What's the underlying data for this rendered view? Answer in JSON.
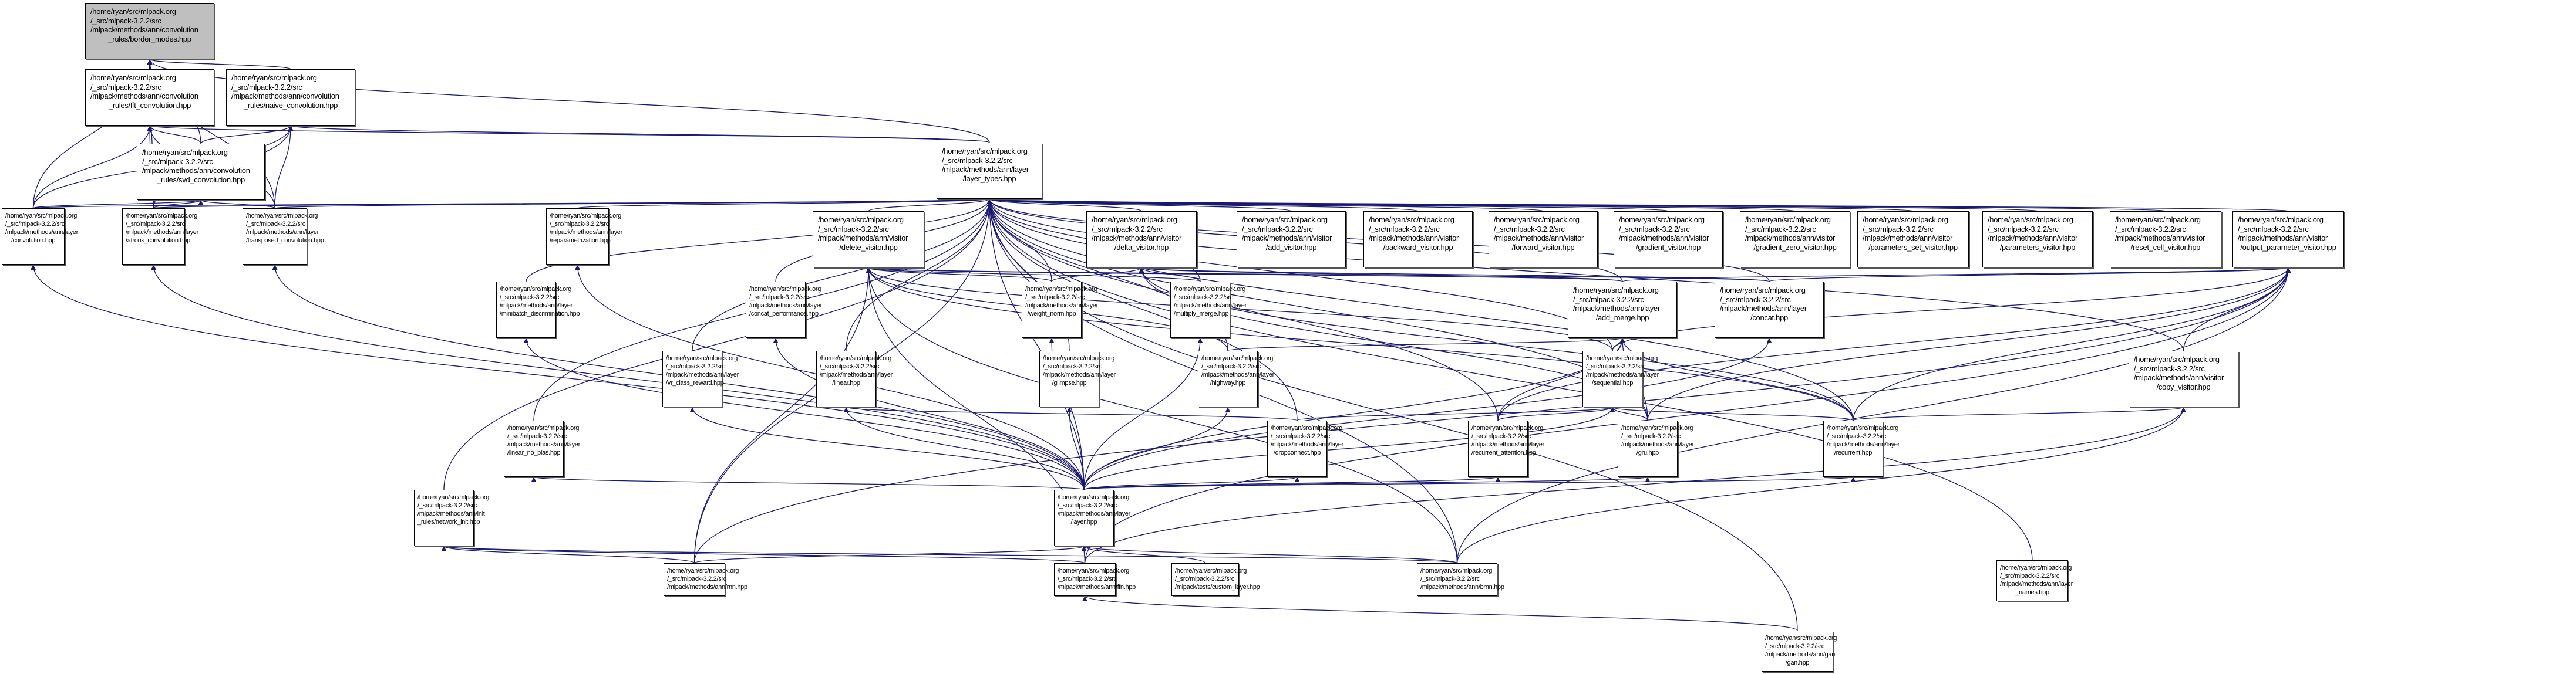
{
  "graph": {
    "type": "include-dependency-graph",
    "edge_color": "#191970",
    "root_fill": "#bfbfbf",
    "nodes": [
      {
        "id": "border_modes",
        "lines": [
          "/home/ryan/src/mlpack.org",
          "/_src/mlpack-3.2.2/src",
          "/mlpack/methods/ann/convolution",
          "_rules/border_modes.hpp"
        ],
        "root": true
      },
      {
        "id": "fft_convolution",
        "lines": [
          "/home/ryan/src/mlpack.org",
          "/_src/mlpack-3.2.2/src",
          "/mlpack/methods/ann/convolution",
          "_rules/fft_convolution.hpp"
        ]
      },
      {
        "id": "naive_convolution",
        "lines": [
          "/home/ryan/src/mlpack.org",
          "/_src/mlpack-3.2.2/src",
          "/mlpack/methods/ann/convolution",
          "_rules/naive_convolution.hpp"
        ]
      },
      {
        "id": "svd_convolution",
        "lines": [
          "/home/ryan/src/mlpack.org",
          "/_src/mlpack-3.2.2/src",
          "/mlpack/methods/ann/convolution",
          "_rules/svd_convolution.hpp"
        ]
      },
      {
        "id": "layer_types",
        "lines": [
          "/home/ryan/src/mlpack.org",
          "/_src/mlpack-3.2.2/src",
          "/mlpack/methods/ann/layer",
          "/layer_types.hpp"
        ]
      },
      {
        "id": "convolution",
        "lines": [
          "/home/ryan/src/mlpack.org",
          "/_src/mlpack-3.2.2/src",
          "/mlpack/methods/ann/layer",
          "/convolution.hpp"
        ]
      },
      {
        "id": "atrous_convolution",
        "lines": [
          "/home/ryan/src/mlpack.org",
          "/_src/mlpack-3.2.2/src",
          "/mlpack/methods/ann/layer",
          "/atrous_convolution.hpp"
        ]
      },
      {
        "id": "transposed_convolution",
        "lines": [
          "/home/ryan/src/mlpack.org",
          "/_src/mlpack-3.2.2/src",
          "/mlpack/methods/ann/layer",
          "/transposed_convolution.hpp"
        ]
      },
      {
        "id": "reparametrization",
        "lines": [
          "/home/ryan/src/mlpack.org",
          "/_src/mlpack-3.2.2/src",
          "/mlpack/methods/ann/layer",
          "/reparametrization.hpp"
        ]
      },
      {
        "id": "delete_visitor",
        "lines": [
          "/home/ryan/src/mlpack.org",
          "/_src/mlpack-3.2.2/src",
          "/mlpack/methods/ann/visitor",
          "/delete_visitor.hpp"
        ]
      },
      {
        "id": "delta_visitor",
        "lines": [
          "/home/ryan/src/mlpack.org",
          "/_src/mlpack-3.2.2/src",
          "/mlpack/methods/ann/visitor",
          "/delta_visitor.hpp"
        ]
      },
      {
        "id": "add_visitor",
        "lines": [
          "/home/ryan/src/mlpack.org",
          "/_src/mlpack-3.2.2/src",
          "/mlpack/methods/ann/visitor",
          "/add_visitor.hpp"
        ]
      },
      {
        "id": "backward_visitor",
        "lines": [
          "/home/ryan/src/mlpack.org",
          "/_src/mlpack-3.2.2/src",
          "/mlpack/methods/ann/visitor",
          "/backward_visitor.hpp"
        ]
      },
      {
        "id": "forward_visitor",
        "lines": [
          "/home/ryan/src/mlpack.org",
          "/_src/mlpack-3.2.2/src",
          "/mlpack/methods/ann/visitor",
          "/forward_visitor.hpp"
        ]
      },
      {
        "id": "gradient_visitor",
        "lines": [
          "/home/ryan/src/mlpack.org",
          "/_src/mlpack-3.2.2/src",
          "/mlpack/methods/ann/visitor",
          "/gradient_visitor.hpp"
        ]
      },
      {
        "id": "gradient_zero_visitor",
        "lines": [
          "/home/ryan/src/mlpack.org",
          "/_src/mlpack-3.2.2/src",
          "/mlpack/methods/ann/visitor",
          "/gradient_zero_visitor.hpp"
        ]
      },
      {
        "id": "parameters_set_visitor",
        "lines": [
          "/home/ryan/src/mlpack.org",
          "/_src/mlpack-3.2.2/src",
          "/mlpack/methods/ann/visitor",
          "/parameters_set_visitor.hpp"
        ]
      },
      {
        "id": "parameters_visitor",
        "lines": [
          "/home/ryan/src/mlpack.org",
          "/_src/mlpack-3.2.2/src",
          "/mlpack/methods/ann/visitor",
          "/parameters_visitor.hpp"
        ]
      },
      {
        "id": "reset_cell_visitor",
        "lines": [
          "/home/ryan/src/mlpack.org",
          "/_src/mlpack-3.2.2/src",
          "/mlpack/methods/ann/visitor",
          "/reset_cell_visitor.hpp"
        ]
      },
      {
        "id": "output_parameter_visitor",
        "lines": [
          "/home/ryan/src/mlpack.org",
          "/_src/mlpack-3.2.2/src",
          "/mlpack/methods/ann/visitor",
          "/output_parameter_visitor.hpp"
        ]
      },
      {
        "id": "minibatch_discrimination",
        "lines": [
          "/home/ryan/src/mlpack.org",
          "/_src/mlpack-3.2.2/src",
          "/mlpack/methods/ann/layer",
          "/minibatch_discrimination.hpp"
        ]
      },
      {
        "id": "concat_performance",
        "lines": [
          "/home/ryan/src/mlpack.org",
          "/_src/mlpack-3.2.2/src",
          "/mlpack/methods/ann/layer",
          "/concat_performance.hpp"
        ]
      },
      {
        "id": "weight_norm",
        "lines": [
          "/home/ryan/src/mlpack.org",
          "/_src/mlpack-3.2.2/src",
          "/mlpack/methods/ann/layer",
          "/weight_norm.hpp"
        ]
      },
      {
        "id": "multiply_merge",
        "lines": [
          "/home/ryan/src/mlpack.org",
          "/_src/mlpack-3.2.2/src",
          "/mlpack/methods/ann/layer",
          "/multiply_merge.hpp"
        ]
      },
      {
        "id": "add_merge",
        "lines": [
          "/home/ryan/src/mlpack.org",
          "/_src/mlpack-3.2.2/src",
          "/mlpack/methods/ann/layer",
          "/add_merge.hpp"
        ]
      },
      {
        "id": "concat",
        "lines": [
          "/home/ryan/src/mlpack.org",
          "/_src/mlpack-3.2.2/src",
          "/mlpack/methods/ann/layer",
          "/concat.hpp"
        ]
      },
      {
        "id": "vr_class_reward",
        "lines": [
          "/home/ryan/src/mlpack.org",
          "/_src/mlpack-3.2.2/src",
          "/mlpack/methods/ann/layer",
          "/vr_class_reward.hpp"
        ]
      },
      {
        "id": "linear",
        "lines": [
          "/home/ryan/src/mlpack.org",
          "/_src/mlpack-3.2.2/src",
          "/mlpack/methods/ann/layer",
          "/linear.hpp"
        ]
      },
      {
        "id": "glimpse",
        "lines": [
          "/home/ryan/src/mlpack.org",
          "/_src/mlpack-3.2.2/src",
          "/mlpack/methods/ann/layer",
          "/glimpse.hpp"
        ]
      },
      {
        "id": "highway",
        "lines": [
          "/home/ryan/src/mlpack.org",
          "/_src/mlpack-3.2.2/src",
          "/mlpack/methods/ann/layer",
          "/highway.hpp"
        ]
      },
      {
        "id": "sequential",
        "lines": [
          "/home/ryan/src/mlpack.org",
          "/_src/mlpack-3.2.2/src",
          "/mlpack/methods/ann/layer",
          "/sequential.hpp"
        ]
      },
      {
        "id": "copy_visitor",
        "lines": [
          "/home/ryan/src/mlpack.org",
          "/_src/mlpack-3.2.2/src",
          "/mlpack/methods/ann/visitor",
          "/copy_visitor.hpp"
        ]
      },
      {
        "id": "linear_no_bias",
        "lines": [
          "/home/ryan/src/mlpack.org",
          "/_src/mlpack-3.2.2/src",
          "/mlpack/methods/ann/layer",
          "/linear_no_bias.hpp"
        ]
      },
      {
        "id": "dropconnect",
        "lines": [
          "/home/ryan/src/mlpack.org",
          "/_src/mlpack-3.2.2/src",
          "/mlpack/methods/ann/layer",
          "/dropconnect.hpp"
        ]
      },
      {
        "id": "recurrent_attention",
        "lines": [
          "/home/ryan/src/mlpack.org",
          "/_src/mlpack-3.2.2/src",
          "/mlpack/methods/ann/layer",
          "/recurrent_attention.hpp"
        ]
      },
      {
        "id": "gru",
        "lines": [
          "/home/ryan/src/mlpack.org",
          "/_src/mlpack-3.2.2/src",
          "/mlpack/methods/ann/layer",
          "/gru.hpp"
        ]
      },
      {
        "id": "recurrent",
        "lines": [
          "/home/ryan/src/mlpack.org",
          "/_src/mlpack-3.2.2/src",
          "/mlpack/methods/ann/layer",
          "/recurrent.hpp"
        ]
      },
      {
        "id": "network_init",
        "lines": [
          "/home/ryan/src/mlpack.org",
          "/_src/mlpack-3.2.2/src",
          "/mlpack/methods/ann/init",
          "_rules/network_init.hpp"
        ]
      },
      {
        "id": "layer",
        "lines": [
          "/home/ryan/src/mlpack.org",
          "/_src/mlpack-3.2.2/src",
          "/mlpack/methods/ann/layer",
          "/layer.hpp"
        ]
      },
      {
        "id": "rnn",
        "lines": [
          "/home/ryan/src/mlpack.org",
          "/_src/mlpack-3.2.2/src",
          "/mlpack/methods/ann/rnn.hpp"
        ]
      },
      {
        "id": "ffn",
        "lines": [
          "/home/ryan/src/mlpack.org",
          "/_src/mlpack-3.2.2/src",
          "/mlpack/methods/ann/ffn.hpp"
        ]
      },
      {
        "id": "custom_layer",
        "lines": [
          "/home/ryan/src/mlpack.org",
          "/_src/mlpack-3.2.2/src",
          "/mlpack/tests/custom_layer.hpp"
        ]
      },
      {
        "id": "brnn",
        "lines": [
          "/home/ryan/src/mlpack.org",
          "/_src/mlpack-3.2.2/src",
          "/mlpack/methods/ann/brnn.hpp"
        ]
      },
      {
        "id": "layer_names",
        "lines": [
          "/home/ryan/src/mlpack.org",
          "/_src/mlpack-3.2.2/src",
          "/mlpack/methods/ann/layer",
          "_names.hpp"
        ]
      },
      {
        "id": "gan",
        "lines": [
          "/home/ryan/src/mlpack.org",
          "/_src/mlpack-3.2.2/src",
          "/mlpack/methods/ann/gan",
          "/gan.hpp"
        ]
      }
    ],
    "edges": [
      [
        "fft_convolution",
        "border_modes"
      ],
      [
        "naive_convolution",
        "border_modes"
      ],
      [
        "svd_convolution",
        "border_modes"
      ],
      [
        "layer_types",
        "border_modes"
      ],
      [
        "convolution",
        "border_modes"
      ],
      [
        "atrous_convolution",
        "border_modes"
      ],
      [
        "transposed_convolution",
        "border_modes"
      ],
      [
        "svd_convolution",
        "fft_convolution"
      ],
      [
        "svd_convolution",
        "naive_convolution"
      ],
      [
        "convolution",
        "fft_convolution"
      ],
      [
        "atrous_convolution",
        "fft_convolution"
      ],
      [
        "transposed_convolution",
        "fft_convolution"
      ],
      [
        "convolution",
        "naive_convolution"
      ],
      [
        "atrous_convolution",
        "naive_convolution"
      ],
      [
        "transposed_convolution",
        "naive_convolution"
      ],
      [
        "layer_types",
        "naive_convolution"
      ],
      [
        "layer_types",
        "fft_convolution"
      ],
      [
        "convolution",
        "svd_convolution"
      ],
      [
        "atrous_convolution",
        "svd_convolution"
      ],
      [
        "transposed_convolution",
        "svd_convolution"
      ],
      [
        "convolution",
        "layer_types"
      ],
      [
        "atrous_convolution",
        "layer_types"
      ],
      [
        "transposed_convolution",
        "layer_types"
      ],
      [
        "reparametrization",
        "layer_types"
      ],
      [
        "delete_visitor",
        "layer_types"
      ],
      [
        "delta_visitor",
        "layer_types"
      ],
      [
        "add_visitor",
        "layer_types"
      ],
      [
        "backward_visitor",
        "layer_types"
      ],
      [
        "forward_visitor",
        "layer_types"
      ],
      [
        "gradient_visitor",
        "layer_types"
      ],
      [
        "gradient_zero_visitor",
        "layer_types"
      ],
      [
        "parameters_set_visitor",
        "layer_types"
      ],
      [
        "parameters_visitor",
        "layer_types"
      ],
      [
        "reset_cell_visitor",
        "layer_types"
      ],
      [
        "output_parameter_visitor",
        "layer_types"
      ],
      [
        "minibatch_discrimination",
        "layer_types"
      ],
      [
        "concat_performance",
        "layer_types"
      ],
      [
        "weight_norm",
        "layer_types"
      ],
      [
        "multiply_merge",
        "layer_types"
      ],
      [
        "add_merge",
        "layer_types"
      ],
      [
        "concat",
        "layer_types"
      ],
      [
        "vr_class_reward",
        "layer_types"
      ],
      [
        "linear",
        "layer_types"
      ],
      [
        "glimpse",
        "layer_types"
      ],
      [
        "highway",
        "layer_types"
      ],
      [
        "sequential",
        "layer_types"
      ],
      [
        "copy_visitor",
        "layer_types"
      ],
      [
        "linear_no_bias",
        "layer_types"
      ],
      [
        "dropconnect",
        "layer_types"
      ],
      [
        "recurrent_attention",
        "layer_types"
      ],
      [
        "gru",
        "layer_types"
      ],
      [
        "recurrent",
        "layer_types"
      ],
      [
        "network_init",
        "layer_types"
      ],
      [
        "layer",
        "layer_types"
      ],
      [
        "rnn",
        "layer_types"
      ],
      [
        "brnn",
        "layer_types"
      ],
      [
        "layer_names",
        "layer_types"
      ],
      [
        "gan",
        "layer_types"
      ],
      [
        "weight_norm",
        "delete_visitor"
      ],
      [
        "multiply_merge",
        "delete_visitor"
      ],
      [
        "add_merge",
        "delete_visitor"
      ],
      [
        "concat",
        "delete_visitor"
      ],
      [
        "highway",
        "delete_visitor"
      ],
      [
        "sequential",
        "delete_visitor"
      ],
      [
        "recurrent",
        "delete_visitor"
      ],
      [
        "rnn",
        "delete_visitor"
      ],
      [
        "ffn",
        "delete_visitor"
      ],
      [
        "brnn",
        "delete_visitor"
      ],
      [
        "weight_norm",
        "delta_visitor"
      ],
      [
        "multiply_merge",
        "delta_visitor"
      ],
      [
        "add_merge",
        "delta_visitor"
      ],
      [
        "concat",
        "delta_visitor"
      ],
      [
        "recurrent",
        "delta_visitor"
      ],
      [
        "gru",
        "delta_visitor"
      ],
      [
        "add_merge",
        "output_parameter_visitor"
      ],
      [
        "concat",
        "output_parameter_visitor"
      ],
      [
        "sequential",
        "output_parameter_visitor"
      ],
      [
        "recurrent",
        "output_parameter_visitor"
      ],
      [
        "gru",
        "output_parameter_visitor"
      ],
      [
        "recurrent_attention",
        "output_parameter_visitor"
      ],
      [
        "copy_visitor",
        "output_parameter_visitor"
      ],
      [
        "rnn",
        "output_parameter_visitor"
      ],
      [
        "ffn",
        "output_parameter_visitor"
      ],
      [
        "brnn",
        "output_parameter_visitor"
      ],
      [
        "recurrent",
        "copy_visitor"
      ],
      [
        "brnn",
        "copy_visitor"
      ],
      [
        "ffn",
        "copy_visitor"
      ],
      [
        "sequential",
        "add_merge"
      ],
      [
        "highway",
        "add_merge"
      ],
      [
        "recurrent_attention",
        "add_merge"
      ],
      [
        "gru",
        "add_merge"
      ],
      [
        "recurrent",
        "add_merge"
      ],
      [
        "recurrent_attention",
        "sequential"
      ],
      [
        "gru",
        "sequential"
      ],
      [
        "recurrent",
        "sequential"
      ],
      [
        "dropconnect",
        "sequential"
      ],
      [
        "dropconnect",
        "linear"
      ],
      [
        "layer",
        "linear"
      ],
      [
        "layer",
        "linear_no_bias"
      ],
      [
        "layer",
        "dropconnect"
      ],
      [
        "layer",
        "concat_performance"
      ],
      [
        "layer",
        "vr_class_reward"
      ],
      [
        "layer",
        "glimpse"
      ],
      [
        "layer",
        "highway"
      ],
      [
        "layer",
        "weight_norm"
      ],
      [
        "layer",
        "multiply_merge"
      ],
      [
        "layer",
        "minibatch_discrimination"
      ],
      [
        "layer",
        "reparametrization"
      ],
      [
        "layer",
        "convolution"
      ],
      [
        "layer",
        "atrous_convolution"
      ],
      [
        "layer",
        "transposed_convolution"
      ],
      [
        "layer",
        "recurrent_attention"
      ],
      [
        "layer",
        "gru"
      ],
      [
        "layer",
        "recurrent"
      ],
      [
        "layer",
        "sequential"
      ],
      [
        "layer",
        "add_merge"
      ],
      [
        "layer",
        "concat"
      ],
      [
        "rnn",
        "layer"
      ],
      [
        "ffn",
        "layer"
      ],
      [
        "custom_layer",
        "layer"
      ],
      [
        "brnn",
        "layer"
      ],
      [
        "rnn",
        "network_init"
      ],
      [
        "ffn",
        "network_init"
      ],
      [
        "brnn",
        "network_init"
      ],
      [
        "gan",
        "ffn"
      ]
    ]
  }
}
